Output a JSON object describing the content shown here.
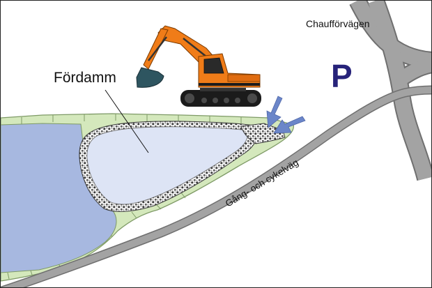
{
  "labels": {
    "pond": "Fördamm",
    "road": "Chaufförvägen",
    "path": "Gång- och cykelväg",
    "parking": "P"
  },
  "icons": {
    "excavator": "excavator-icon",
    "inflow_arrows": "inflow-arrow-icon"
  },
  "colors": {
    "road": "#a3a3a3",
    "road_edge": "#6f6f6f",
    "bank": "#d4e8bc",
    "bank_edge": "#7e9a66",
    "main_pond": "#a7b8e0",
    "fore_dam": "#dde4f5",
    "stone_rim": "#5a5a5a",
    "excavator_body": "#f07c18",
    "excavator_track": "#1b1b1b",
    "bucket": "#2e5560",
    "arrow": "#6b86c9",
    "parking": "#27237a"
  }
}
